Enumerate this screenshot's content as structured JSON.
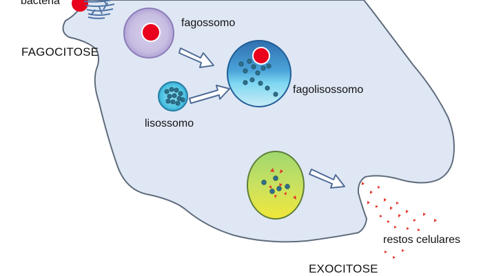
{
  "labels": {
    "bacteria": "bactéria",
    "fagocitose": "FAGOCITOSE",
    "fagossomo": "fagossomo",
    "lisossomo": "lisossomo",
    "fagolisossomo": "fagolisossomo",
    "restos_celulares": "restos celulares",
    "exocitose": "EXOCITOSE"
  },
  "colors": {
    "cell_fill": "#dfe7f4",
    "cell_stroke": "#5e6b7c",
    "bacterium": "#e8001c",
    "granule": "#2e6f8a",
    "arrow_fill": "#ffffff",
    "arrow_stroke": "#4f6b96",
    "debris": "#e3352a"
  },
  "icons": {
    "bacterium": "red-circle",
    "phagosome": "purple-vesicle",
    "lysosome": "cyan-vesicle",
    "phagolysosome": "blue-vesicle",
    "residual_body": "yellow-green-vesicle",
    "arrows": "hollow-block-arrow"
  }
}
